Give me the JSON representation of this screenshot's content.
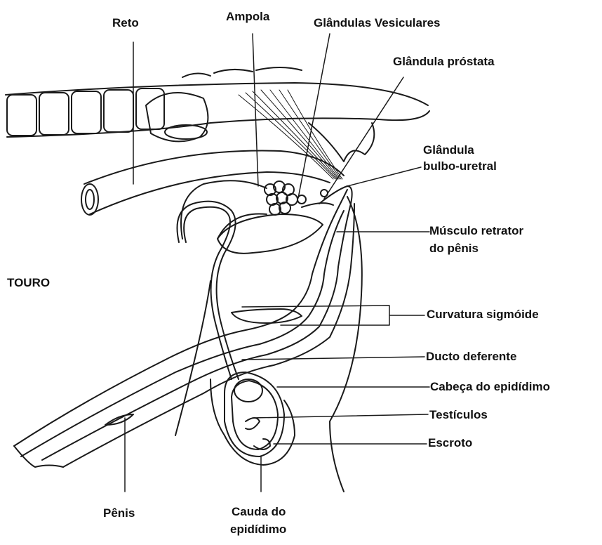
{
  "title": "TOURO",
  "labels": {
    "reto": "Reto",
    "ampola": "Ampola",
    "glandulas_vesiculares": "Glândulas Vesiculares",
    "glandula_prostata": "Glândula próstata",
    "glandula_bulbo_1": "Glândula",
    "glandula_bulbo_2": "bulbo-uretral",
    "musculo_1": "Músculo retrator",
    "musculo_2": "do pênis",
    "curvatura": "Curvatura sigmóide",
    "ducto": "Ducto deferente",
    "cabeca": "Cabeça do epidídimo",
    "testiculos": "Testículos",
    "escroto": "Escroto",
    "penis": "Pênis",
    "cauda_1": "Cauda do",
    "cauda_2": "epidídimo"
  },
  "colors": {
    "line": "#1a1a1a",
    "background": "#ffffff"
  }
}
